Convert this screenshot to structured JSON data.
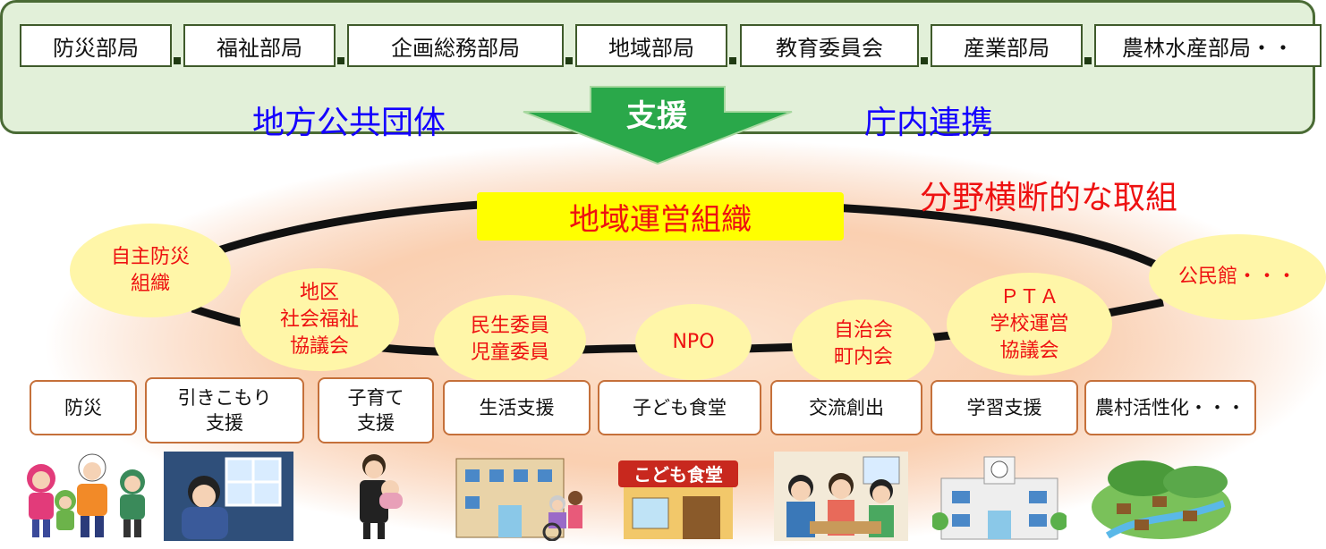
{
  "government": {
    "departments": [
      "防災部局",
      "福祉部局",
      "企画総務部局",
      "地域部局",
      "教育委員会",
      "産業部局",
      "農林水産部局・・"
    ],
    "label_left": "地方公共団体",
    "label_right": "庁内連携"
  },
  "support_arrow_label": "支援",
  "cross_sector_label": "分野横断的な取組",
  "central_org_label": "地域運営組織",
  "organizations": [
    "自主防災\n組織",
    "地区\n社会福祉\n協議会",
    "民生委員\n児童委員",
    "NPO",
    "自治会\n町内会",
    "ＰＴＡ\n学校運営\n協議会",
    "公民館・・・"
  ],
  "activities": [
    "防災",
    "引きこもり\n支援",
    "子育て\n支援",
    "生活支援",
    "子ども食堂",
    "交流創出",
    "学習支援",
    "農村活性化・・・"
  ],
  "illustration_texts": {
    "kodomo_shokudo_sign": "こども食堂"
  },
  "colors": {
    "panel_fill": "#e2f0d9",
    "panel_border": "#4a6b35",
    "blue_text": "#1400ff",
    "arrow_green": "#2aa84a",
    "red_text": "#ee1111",
    "central_box": "#ffff00",
    "org_ellipse": "#fff6a8",
    "activity_border": "#c5703a",
    "glow_ellipse": "#f6b58a"
  }
}
